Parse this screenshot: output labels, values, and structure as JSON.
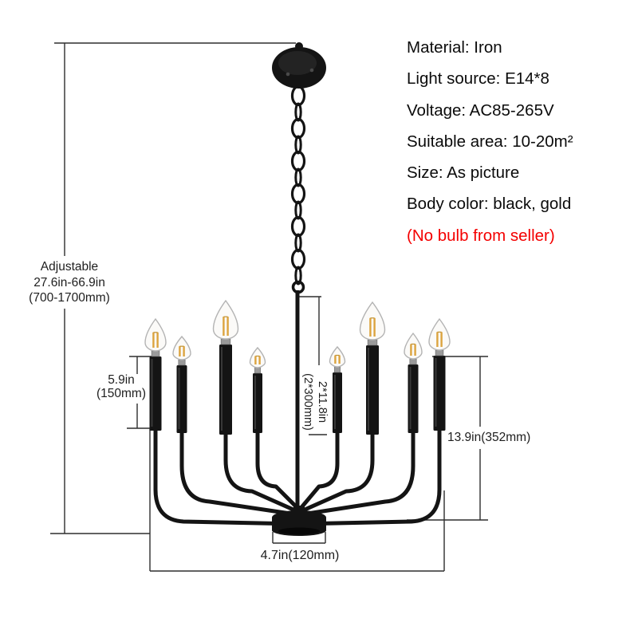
{
  "background": "#ffffff",
  "specs": {
    "text_color": "#0b0b0b",
    "warning_color": "#f40000",
    "items": [
      "Material: Iron",
      "Light source: E14*8",
      "Voltage: AC85-265V",
      "Suitable area: 10-20m²",
      "Size:  As picture",
      "Body color: black,  gold"
    ],
    "warning": "(No bulb from seller)"
  },
  "dimensions": {
    "line_color": "#2e2e2e",
    "adjustable": {
      "title": "Adjustable",
      "inches": "27.6in-66.9in",
      "mm": "(700-1700mm)"
    },
    "candle_height": {
      "inches": "5.9in",
      "mm": "(150mm)"
    },
    "rod_length": {
      "inches": "2*11.8in",
      "mm": "(2*300mm)"
    },
    "body_height": {
      "text": "13.9in(352mm)"
    },
    "hub_width": {
      "text": "4.7in(120mm)"
    }
  },
  "chandelier": {
    "arm_count": 8,
    "body_color": "#141414",
    "filament_color": "#dca43f",
    "glass_color": "#fbfaf8"
  }
}
